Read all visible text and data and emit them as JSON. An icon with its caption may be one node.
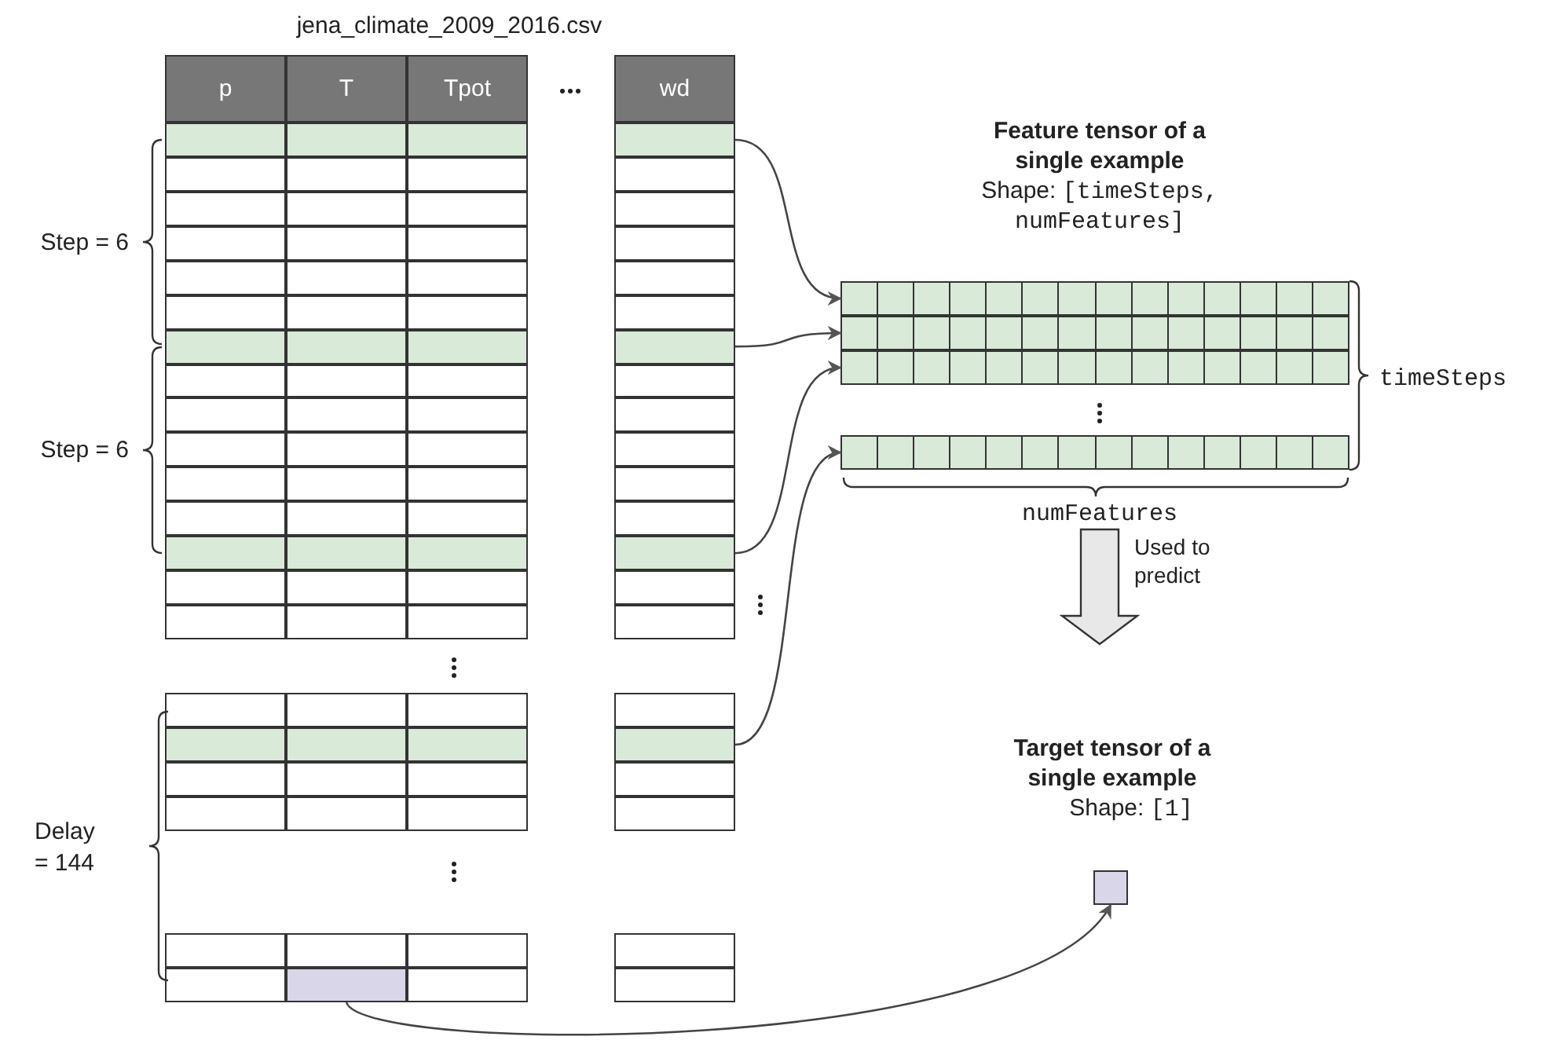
{
  "diagram": {
    "nodes": [
      {
        "text": [
          "jena_climate_2009_2016.csv"
        ]
      },
      {
        "text": [
          "p"
        ],
        "in": 0
      },
      {
        "text": [
          "T"
        ],
        "in": 0
      },
      {
        "text": [
          "Tpot"
        ],
        "in": 0
      },
      {
        "text": [
          "wd"
        ],
        "in": 0
      },
      {
        "text": [],
        "shape": "box",
        "in": 0
      },
      {
        "text": [],
        "shape": "box",
        "in": 0
      },
      {
        "text": [],
        "shape": "box",
        "in": 0
      },
      {
        "text": [],
        "shape": "box",
        "in": 0
      },
      {
        "text": [],
        "shape": "box",
        "in": 0
      },
      {
        "text": [
          "Feature tensor of a single example",
          "Shape: [timeSteps, numFeatures]"
        ]
      },
      {
        "text": [],
        "shape": "box",
        "in": 10
      },
      {
        "text": [],
        "shape": "box",
        "in": 10
      },
      {
        "text": [],
        "shape": "box",
        "in": 10
      },
      {
        "text": [],
        "shape": "box",
        "in": 10
      },
      {
        "text": [
          "Target tensor of a single example",
          "Shape: [1]"
        ]
      },
      {
        "text": [],
        "shape": "box",
        "in": 15
      }
    ],
    "edges": [
      {
        "from": 5,
        "to": 11,
        "arrow": "to"
      },
      {
        "from": 6,
        "to": 12,
        "arrow": "to"
      },
      {
        "from": 7,
        "to": 13,
        "arrow": "to"
      },
      {
        "from": 8,
        "to": 14,
        "arrow": "to"
      },
      {
        "from": 9,
        "to": 16,
        "arrow": "to"
      },
      {
        "from": 10,
        "to": 15,
        "arrow": "to",
        "label": "Used to predict",
        "style": "thick"
      }
    ],
    "labels": [
      "Step = 6",
      "Step = 6",
      "Delay = 144",
      "timeSteps",
      "numFeatures"
    ]
  }
}
